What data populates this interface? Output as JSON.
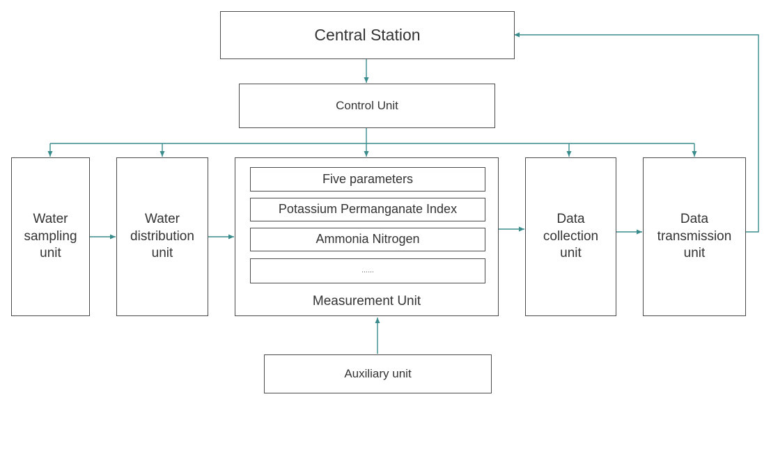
{
  "diagram": {
    "central_station": "Central Station",
    "control_unit": "Control Unit",
    "water_sampling_unit": [
      "Water",
      "sampling",
      "unit"
    ],
    "water_distribution_unit": [
      "Water",
      "distribution",
      "unit"
    ],
    "measurement_unit": {
      "title": "Measurement Unit",
      "items": [
        "Five parameters",
        "Potassium Permanganate Index",
        "Ammonia Nitrogen",
        "……"
      ]
    },
    "data_collection_unit": [
      "Data",
      "collection",
      "unit"
    ],
    "data_transmission_unit": [
      "Data",
      "transmission",
      "unit"
    ],
    "auxiliary_unit": "Auxiliary unit",
    "line_color": "#3a8c8c"
  }
}
